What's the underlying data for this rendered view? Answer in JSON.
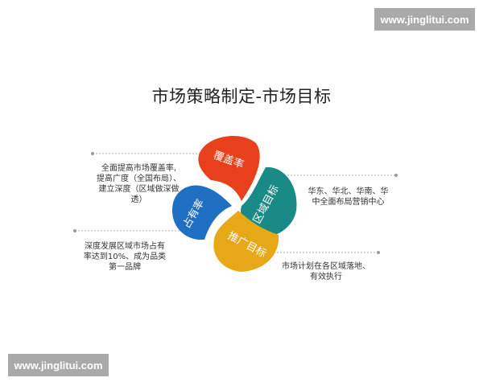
{
  "watermark_top": "www.jinglitui.com",
  "watermark_bottom": "www.jinglitui.com",
  "title": "市场策略制定-市场目标",
  "petals": [
    {
      "label": "覆盖率",
      "color": "#e8401c"
    },
    {
      "label": "区域目标",
      "color": "#1a8a86"
    },
    {
      "label": "推广目标",
      "color": "#e6a817"
    },
    {
      "label": "占有率",
      "color": "#1f6fc2"
    }
  ],
  "notes": {
    "top_left": [
      "全面提高市场覆盖率,",
      "提高广度（全国布局）、",
      "建立深度（区域做深做",
      "透）"
    ],
    "right": [
      "华东、华北、华南、华",
      "中全面布局营销中心"
    ],
    "bottom_left": [
      "深度发展区域市场占有",
      "率达到10%、成为品类",
      "第一品牌"
    ],
    "bottom_right": [
      "市场计划在各区域落地、",
      "有效执行"
    ]
  },
  "colors": {
    "connector": "#aaaaaa"
  }
}
